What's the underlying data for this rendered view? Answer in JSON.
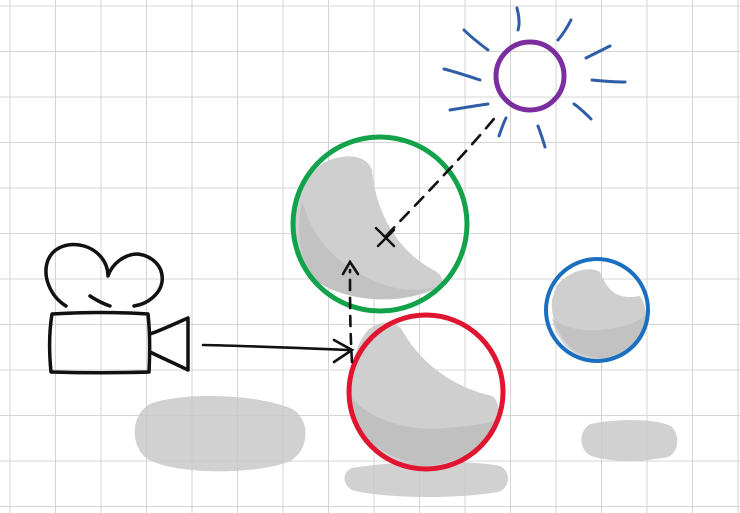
{
  "scene": {
    "description_text": "",
    "colors": {
      "background": "#ffffff",
      "grid": "#d4d4d4",
      "ink": "#111111",
      "shadow": "#c9c9c9",
      "shading": "#cfcfcf",
      "shading_dark": "#b9b9b9",
      "green_sphere": "#11a24a",
      "red_sphere": "#e0152f",
      "blue_sphere": "#1a6fc0",
      "sun": "#7a2ea0",
      "sun_rays": "#2f5da8"
    },
    "objects": [
      {
        "name": "camera-icon",
        "kind": "camera"
      },
      {
        "name": "light-source",
        "kind": "sun"
      },
      {
        "name": "green-sphere",
        "kind": "sphere"
      },
      {
        "name": "red-sphere",
        "kind": "sphere"
      },
      {
        "name": "blue-sphere",
        "kind": "sphere"
      }
    ],
    "rays": [
      {
        "name": "camera-ray",
        "style": "solid",
        "arrow": true
      },
      {
        "name": "reflected-ray",
        "style": "dashed",
        "arrow": true
      },
      {
        "name": "shadow-ray",
        "style": "dashed",
        "arrow": false
      }
    ],
    "markers": [
      {
        "name": "intersection-marker",
        "glyph": "x"
      }
    ]
  }
}
